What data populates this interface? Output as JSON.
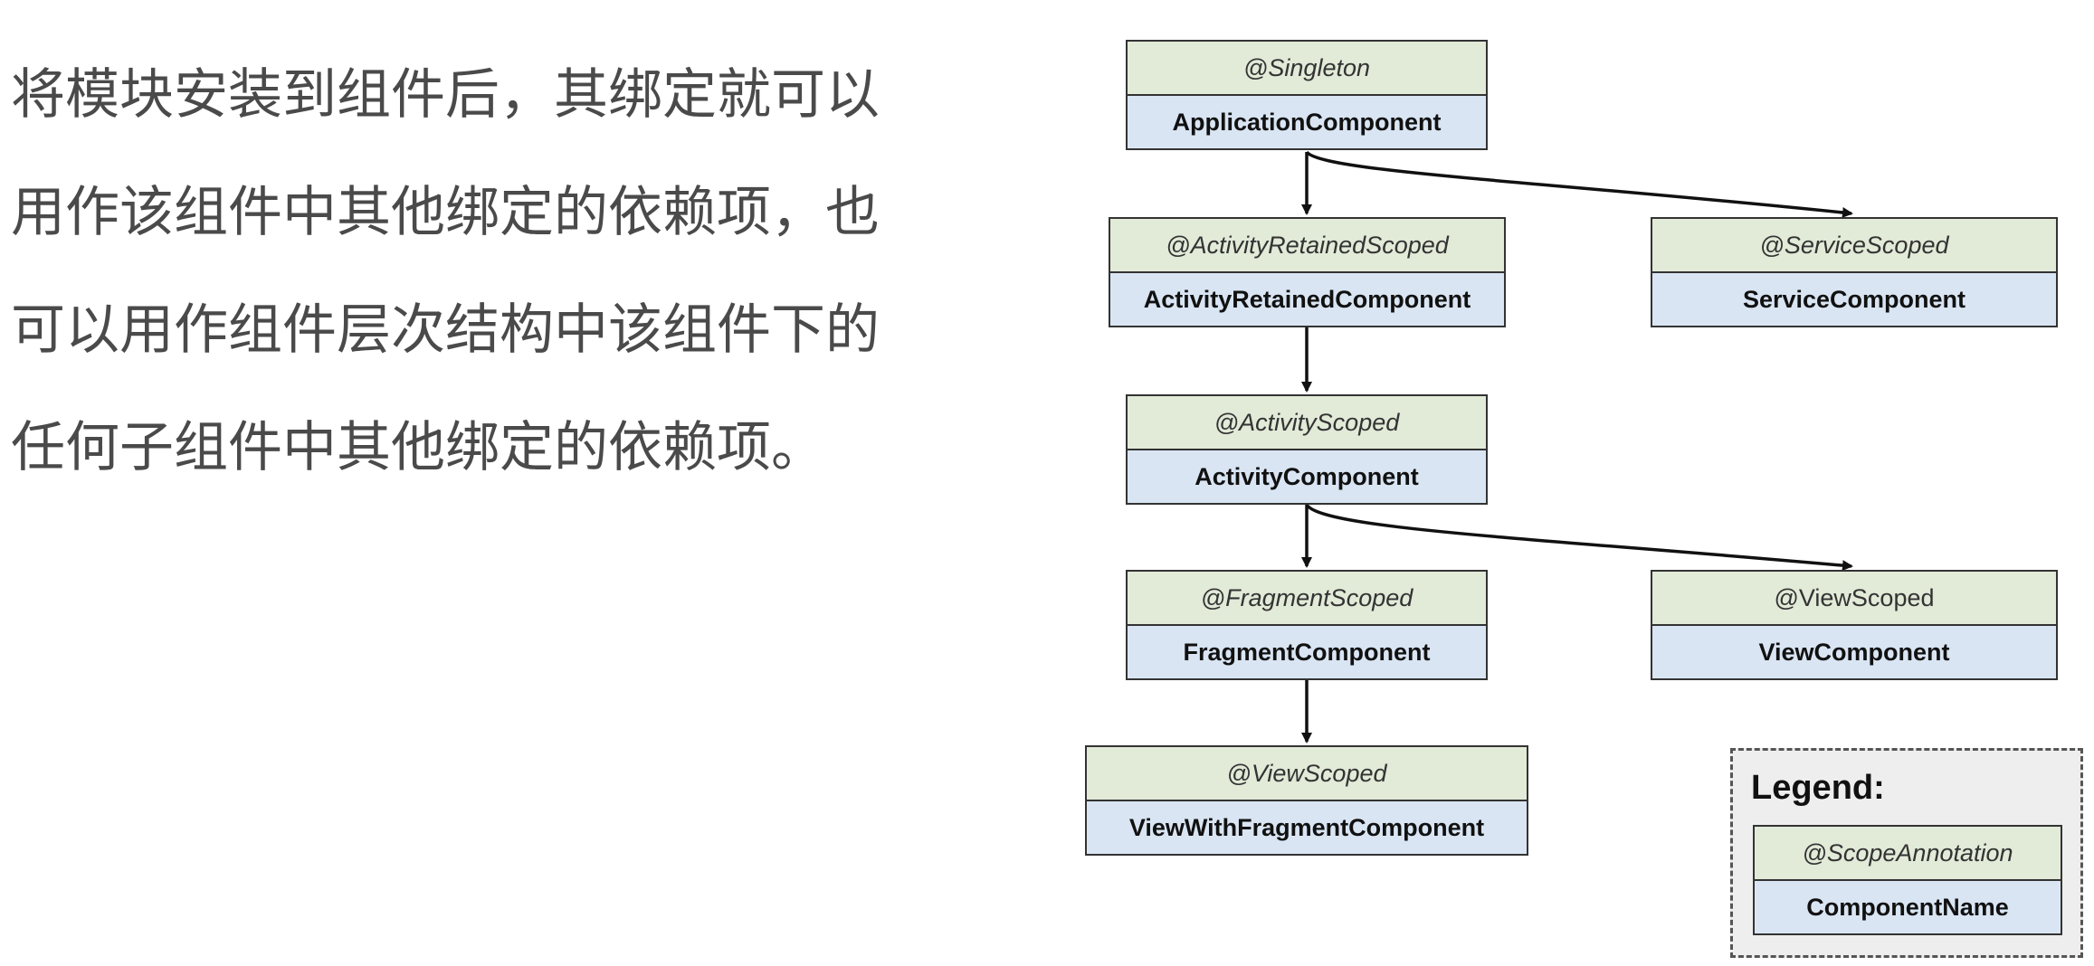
{
  "description": {
    "lines": [
      "将模块安装到组件后，其绑定就可以",
      "用作该组件中其他绑定的依赖项，也",
      "可以用作组件层次结构中该组件下的",
      "任何子组件中其他绑定的依赖项。"
    ]
  },
  "diagram": {
    "colors": {
      "scope_bg": "#e2ead8",
      "component_bg": "#d9e5f3",
      "border": "#333333",
      "text": "#4a4a4a"
    },
    "nodes": [
      {
        "id": "application",
        "scope": "@Singleton",
        "component": "ApplicationComponent"
      },
      {
        "id": "activity-retained",
        "scope": "@ActivityRetainedScoped",
        "component": "ActivityRetainedComponent"
      },
      {
        "id": "service",
        "scope": "@ServiceScoped",
        "component": "ServiceComponent"
      },
      {
        "id": "activity",
        "scope": "@ActivityScoped",
        "component": "ActivityComponent"
      },
      {
        "id": "fragment",
        "scope": "@FragmentScoped",
        "component": "FragmentComponent"
      },
      {
        "id": "view",
        "scope": "@ViewScoped",
        "component": "ViewComponent"
      },
      {
        "id": "view-with-fragment",
        "scope": "@ViewScoped",
        "component": "ViewWithFragmentComponent"
      }
    ],
    "edges": [
      {
        "from": "application",
        "to": "activity-retained"
      },
      {
        "from": "application",
        "to": "service"
      },
      {
        "from": "activity-retained",
        "to": "activity"
      },
      {
        "from": "activity",
        "to": "fragment"
      },
      {
        "from": "activity",
        "to": "view"
      },
      {
        "from": "fragment",
        "to": "view-with-fragment"
      }
    ],
    "legend": {
      "title": "Legend:",
      "scope": "@ScopeAnnotation",
      "component": "ComponentName"
    }
  }
}
